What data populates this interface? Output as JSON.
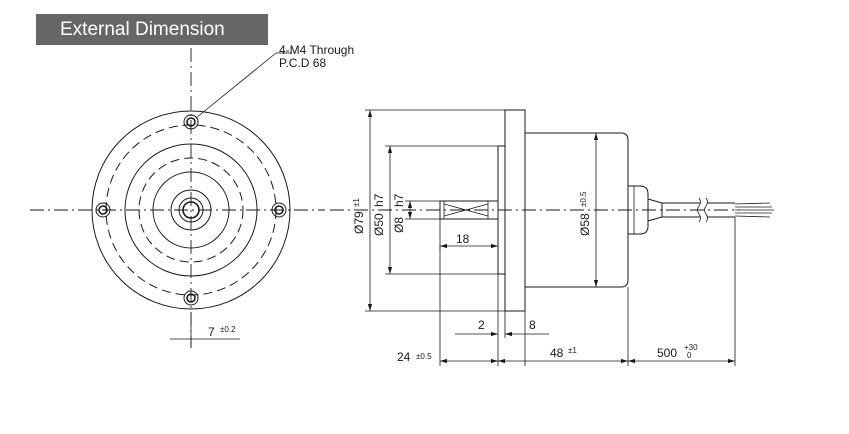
{
  "title": "External Dimension",
  "callout": {
    "line1": "4-M4 Through",
    "line2": "P.C.D 68"
  },
  "dimensions": {
    "front_offset": {
      "value": "7",
      "tol": "±0.2"
    },
    "dia_flange": {
      "value": "Ø79",
      "tol": "±1"
    },
    "dia_pilot": {
      "value": "Ø50",
      "tol": "h7"
    },
    "dia_shaft": {
      "value": "Ø8",
      "tol": "h7"
    },
    "dia_body": {
      "value": "Ø58",
      "tol": "±0.5"
    },
    "shaft_key": {
      "value": "18"
    },
    "pilot_len": {
      "value": "2"
    },
    "flange_thick": {
      "value": "8"
    },
    "shaft_len": {
      "value": "24",
      "tol": "±0.5"
    },
    "body_len": {
      "value": "48",
      "tol": "±1"
    },
    "cable_len": {
      "value": "500",
      "tol_upper": "+30",
      "tol_lower": "0"
    }
  },
  "colors": {
    "title_background": "#666666",
    "title_text": "#ffffff",
    "line": "#1a1a1a"
  }
}
